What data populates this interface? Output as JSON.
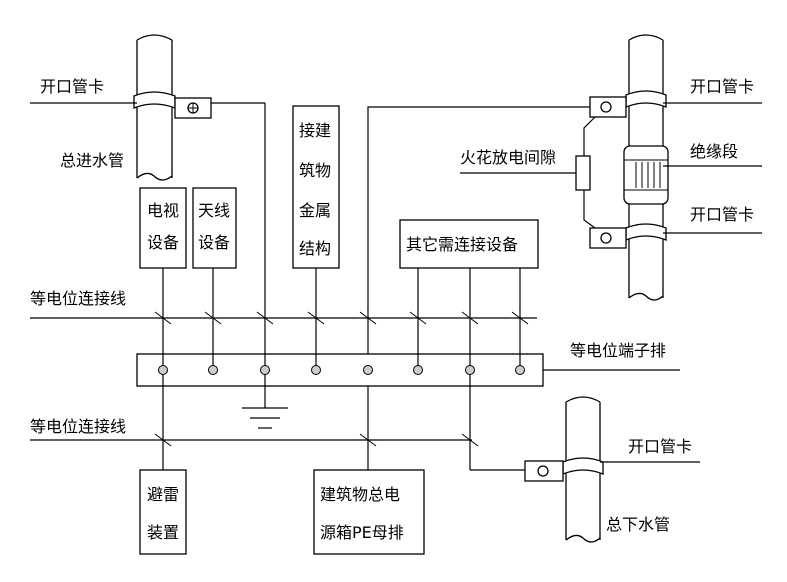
{
  "labels": {
    "clamp_tl": "开口管卡",
    "inlet_pipe": "总进水管",
    "clamp_tr": "开口管卡",
    "spark_gap": "火花放电间隙",
    "insulation": "绝缘段",
    "clamp_tr2": "开口管卡",
    "tv_1": "电视",
    "tv_2": "设备",
    "ant_1": "天线",
    "ant_2": "设备",
    "bld_1": "接建",
    "bld_2": "筑物",
    "bld_3": "金属",
    "bld_4": "结构",
    "other": "其它需连接设备",
    "eq_line_top": "等电位连接线",
    "terminal": "等电位端子排",
    "eq_line_bottom": "等电位连接线",
    "clamp_br": "开口管卡",
    "outlet_pipe": "总下水管",
    "lightning_1": "避雷",
    "lightning_2": "装置",
    "pe_1": "建筑物总电",
    "pe_2": "源箱PE母排"
  }
}
